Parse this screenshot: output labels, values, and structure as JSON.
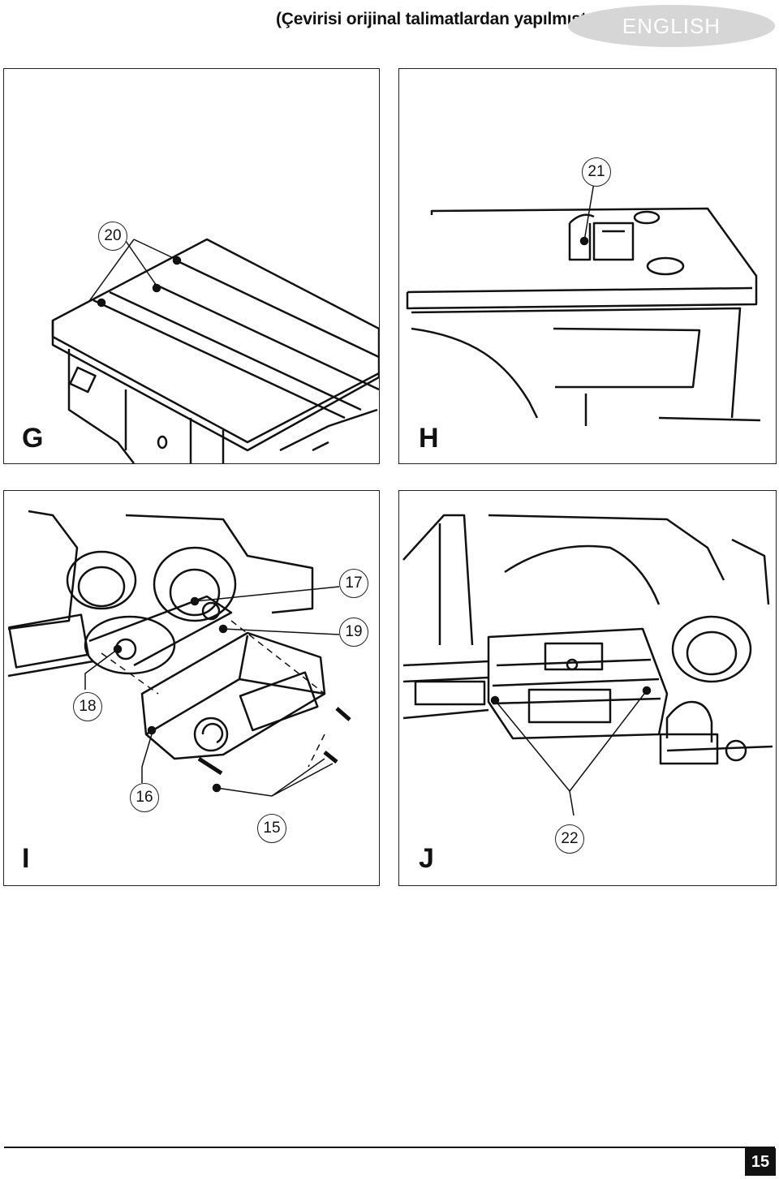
{
  "header": {
    "title": "(Çevirisi orijinal talimatlardan yapılmıştır)",
    "language_badge": "ENGLISH"
  },
  "panels": {
    "g": {
      "letter": "G",
      "callouts": [
        "20"
      ]
    },
    "h": {
      "letter": "H",
      "callouts": [
        "21"
      ]
    },
    "i": {
      "letter": "I",
      "callouts": [
        "17",
        "19",
        "18",
        "16",
        "15"
      ]
    },
    "j": {
      "letter": "J",
      "callouts": [
        "22"
      ]
    }
  },
  "footer": {
    "page_number": "15"
  }
}
